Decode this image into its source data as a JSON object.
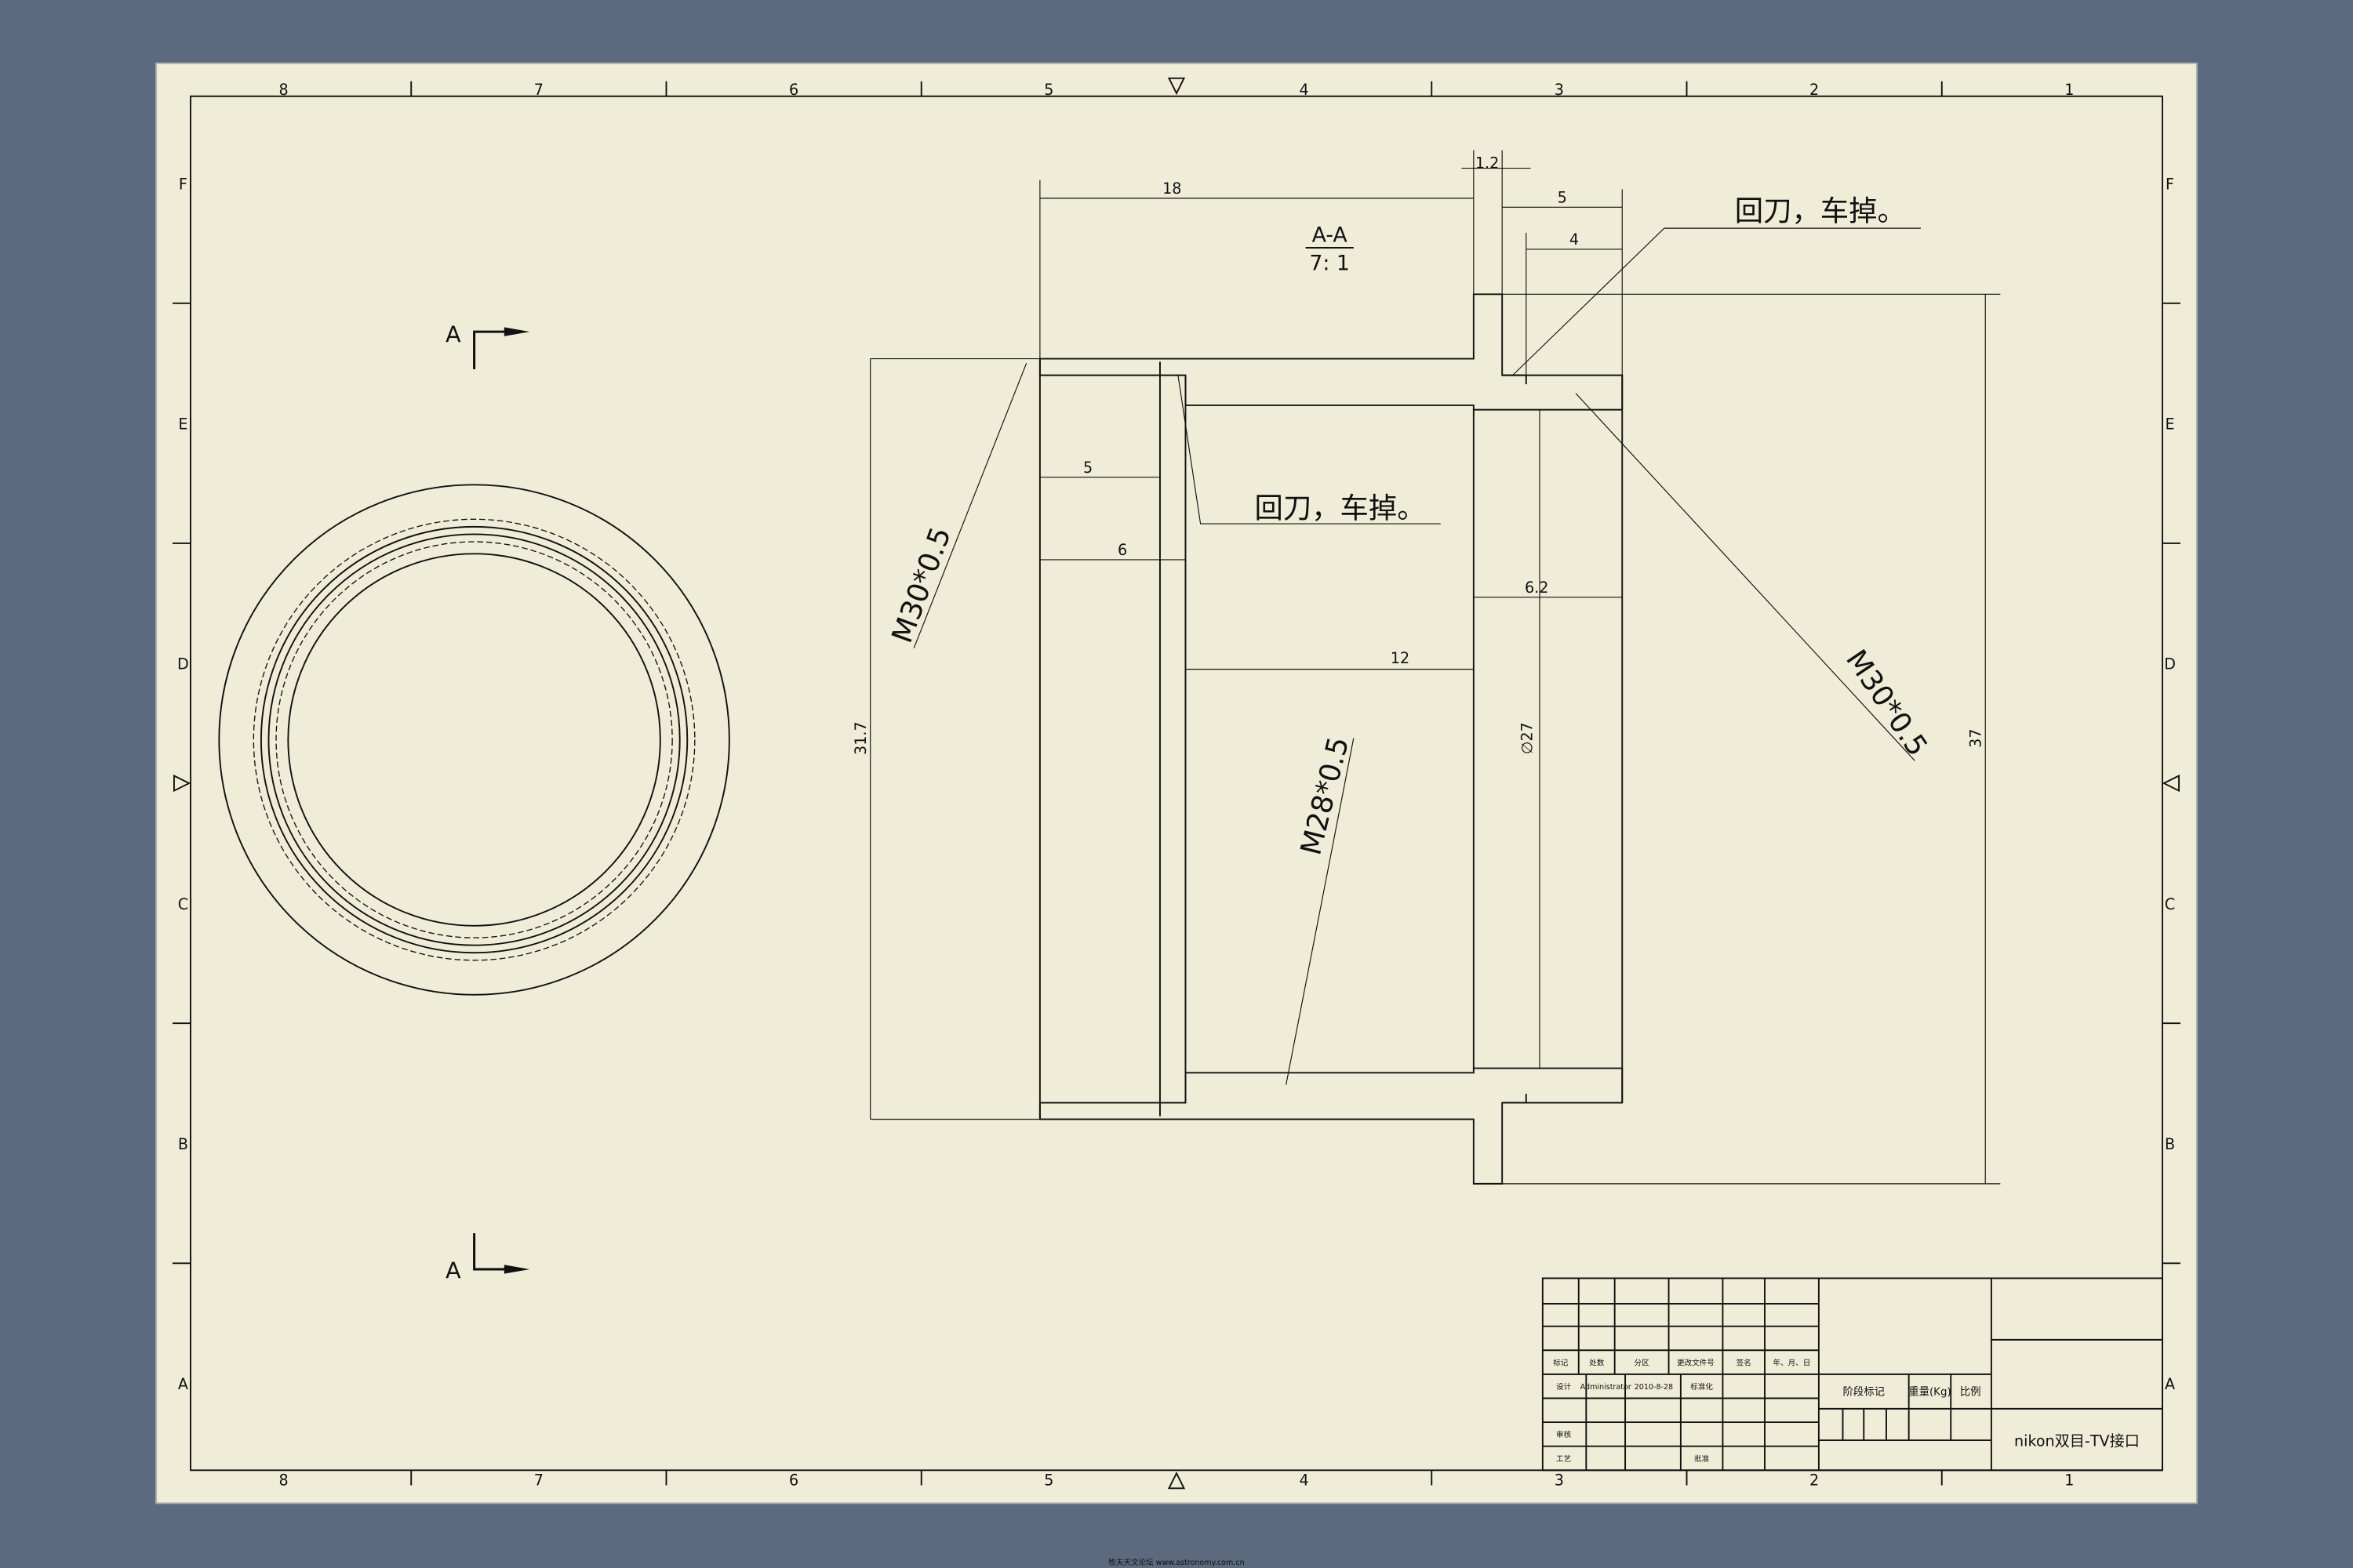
{
  "sheet": {
    "column_labels": [
      "8",
      "7",
      "6",
      "5",
      "4",
      "3",
      "2",
      "1"
    ],
    "row_labels": [
      "F",
      "E",
      "D",
      "C",
      "B",
      "A"
    ],
    "colors": {
      "background": "#5b6a7e",
      "paper": "#efedd8",
      "ink": "#111111"
    }
  },
  "section_marks": {
    "top": "A",
    "bottom": "A"
  },
  "view": {
    "title": "A-A",
    "scale": "7: 1"
  },
  "dimensions": {
    "d18": "18",
    "d1_2": "1.2",
    "d5_top": "5",
    "d4": "4",
    "d5_left": "5",
    "d6": "6",
    "d12": "12",
    "d6_2": "6.2",
    "dia27": "∅27",
    "d31_7": "31.7",
    "d37": "37"
  },
  "annotations": {
    "note_top": "回刀，车掉。",
    "note_mid": "回刀，车掉。",
    "thread_left": "M30*0.5",
    "thread_mid": "M28*0.5",
    "thread_right": "M30*0.5"
  },
  "title_block": {
    "header": [
      "标记",
      "处数",
      "分区",
      "更改文件号",
      "签名",
      "年、月、日"
    ],
    "design_label": "设计",
    "designer": "Administrator",
    "date": "2010-8-28",
    "standardize": "标准化",
    "review": "审核",
    "process": "工艺",
    "approve": "批准",
    "stage": "阶段标记",
    "weight": "重量(Kg)",
    "ratio": "比例",
    "drawing_name": "nikon双目-TV接口"
  },
  "footer": {
    "watermark": "牧夫天文论坛 www.astronomy.com.cn"
  }
}
